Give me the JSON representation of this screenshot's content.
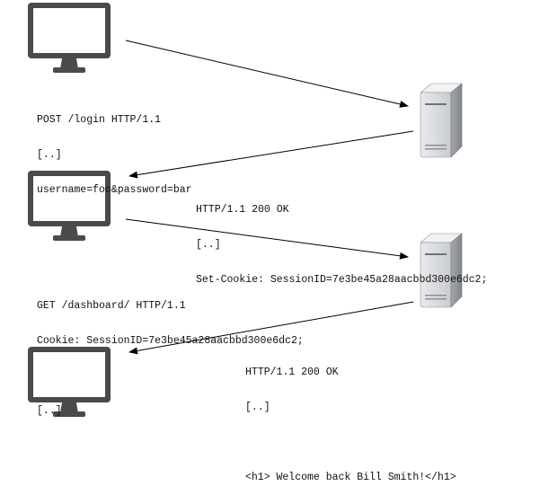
{
  "colors": {
    "monitor": "#4a4a4a",
    "arrow": "#000000",
    "server_light": "#e8e8e8",
    "server_mid": "#c4c7cc",
    "server_dark": "#8c9096"
  },
  "icons": {
    "client": "desktop-monitor-icon",
    "server": "server-tower-icon"
  },
  "messages": {
    "login_request": {
      "line1": "POST /login HTTP/1.1",
      "line2": "[..]",
      "line3": "username=foo&password=bar"
    },
    "login_response": {
      "line1": "HTTP/1.1 200 OK",
      "line2": "[..]",
      "line3": "Set-Cookie: SessionID=7e3be45a28aacbbd300e6dc2;"
    },
    "dashboard_request": {
      "line1": "GET /dashboard/ HTTP/1.1",
      "line2": "Cookie: SessionID=7e3be45a28aacbbd300e6dc2;",
      "line3": "[..]"
    },
    "dashboard_response": {
      "line1": "HTTP/1.1 200 OK",
      "line2": "[..]",
      "line3": "<h1> Welcome back Bill Smith!</h1>"
    }
  }
}
